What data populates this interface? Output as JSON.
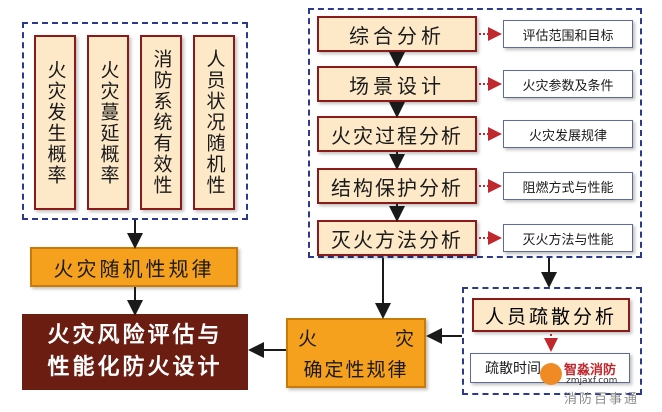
{
  "left_columns": [
    {
      "label": "火灾发生概率"
    },
    {
      "label": "火灾蔓延概率"
    },
    {
      "label": "消防系统有效性"
    },
    {
      "label": "人员状况随机性"
    }
  ],
  "fire_randomness": "火灾随机性规律",
  "analysis_steps": [
    {
      "label": "综合分析",
      "result": "评估范围和目标"
    },
    {
      "label": "场景设计",
      "result": "火灾参数及条件"
    },
    {
      "label": "火灾过程分析",
      "result": "火灾发展规律"
    },
    {
      "label": "结构保护分析",
      "result": "阻燃方式与性能"
    },
    {
      "label": "灭火方法分析",
      "result": "灭火方法与性能"
    }
  ],
  "deterministic": {
    "line1_left": "火",
    "line1_right": "灾",
    "line2": "确定性规律"
  },
  "final": {
    "line1": "火灾风险评估与",
    "line2": "性能化防火设计"
  },
  "evacuation": {
    "label": "人员疏散分析",
    "result": "疏散时间"
  },
  "watermark": {
    "brand": "智淼消防",
    "site": "zmjaxf.com",
    "account": "消防百事通"
  },
  "colors": {
    "border_blue": "#2b3a8c",
    "box_fill": "#fde9c8",
    "box_border": "#8b1a1a",
    "orange": "#f5a11e",
    "brown": "#6b1d12",
    "arrow_red": "#c0282d"
  }
}
